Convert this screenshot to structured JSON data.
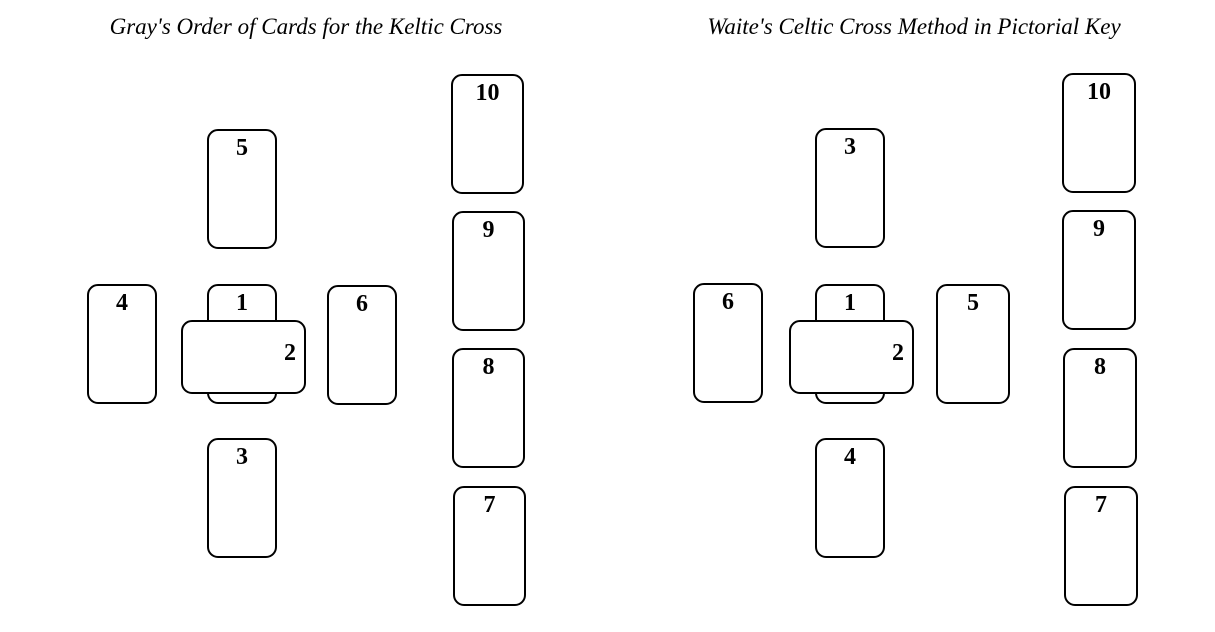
{
  "diagrams": [
    {
      "title": "Gray's Order of Cards for the Keltic Cross",
      "cards": [
        "1",
        "2",
        "3",
        "4",
        "5",
        "6",
        "7",
        "8",
        "9",
        "10"
      ]
    },
    {
      "title": "Waite's Celtic Cross Method in Pictorial Key",
      "cards": [
        "1",
        "2",
        "3",
        "4",
        "5",
        "6",
        "7",
        "8",
        "9",
        "10"
      ]
    }
  ]
}
